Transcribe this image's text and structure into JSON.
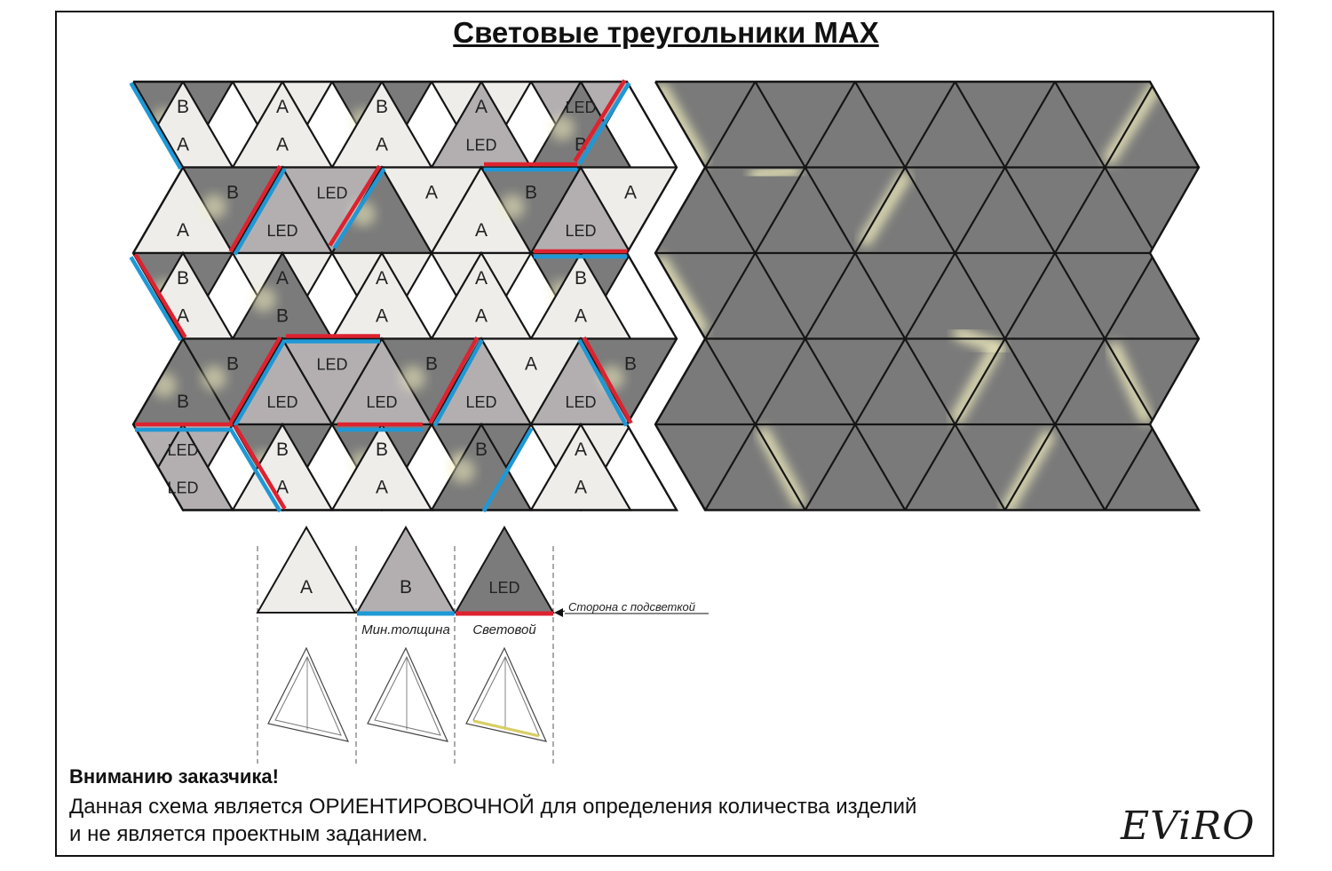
{
  "title": "Световые треугольники MAX",
  "colors": {
    "A": "#eeedea",
    "B": "#7b7b7b",
    "LED": "#b3afb1",
    "dark": "#7a7a7a",
    "edge": "#151515",
    "blue": "#1e98d6",
    "red": "#dd2230",
    "glow": "#f3efbe"
  },
  "legend": {
    "items": [
      {
        "label": "A",
        "caption": "",
        "edge": ""
      },
      {
        "label": "B",
        "caption": "Мин.толщина",
        "edge": "blue"
      },
      {
        "label": "LED",
        "caption": "Световой",
        "edge": "red"
      }
    ],
    "edge_note": "Сторона с подсветкой"
  },
  "notice": {
    "title": "Вниманию заказчика!",
    "line1": "Данная схема является ОРИЕНТИРОВОЧНОЙ для определения количества изделий",
    "line2": "и не является проектным заданием."
  },
  "logo": "EViRO",
  "left_panel": {
    "rows": [
      [
        "B",
        "A",
        "A",
        "A",
        "B",
        "A",
        "A",
        "LED",
        "LED",
        "B"
      ],
      [
        "A",
        "B",
        "LED",
        "LED",
        "B",
        "A",
        "A",
        "B",
        "LED",
        "A"
      ],
      [
        "B",
        "A",
        "A",
        "B",
        "A",
        "A",
        "A",
        "A",
        "B",
        "A"
      ],
      [
        "B",
        "B",
        "LED",
        "LED",
        "LED",
        "B",
        "LED",
        "A",
        "LED",
        "B"
      ],
      [
        "LED",
        "LED",
        "B",
        "A",
        "B",
        "A",
        "B",
        "B",
        "A",
        "A"
      ]
    ],
    "hidden_labels": [
      "r1c4",
      "r4c7"
    ]
  }
}
